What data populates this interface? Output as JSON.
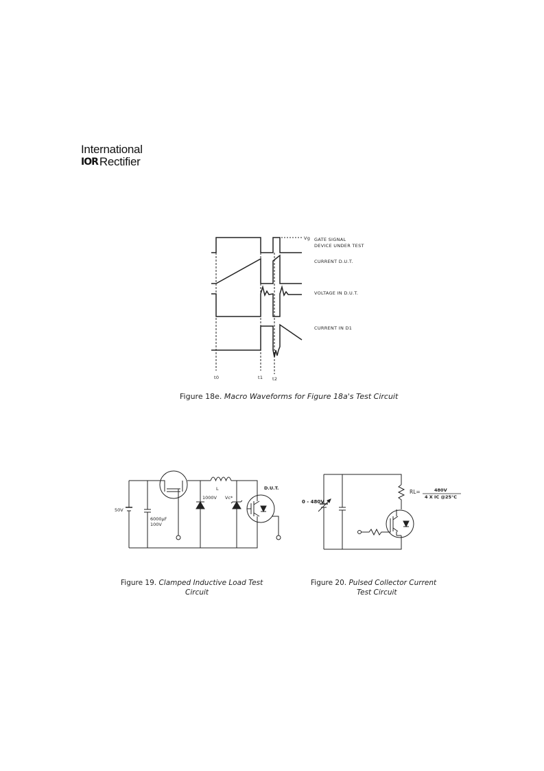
{
  "header": {
    "logo_line1": "International",
    "logo_mark": "IOR",
    "logo_line2": "Rectifier"
  },
  "fig18e": {
    "caption_label": "Figure 18e.",
    "caption_text": "Macro Waveforms for Figure 18a's Test Circuit",
    "vg_label": "Vg",
    "gate_signal": "GATE SIGNAL",
    "device_under_test": "DEVICE UNDER TEST",
    "current_dut": "CURRENT D.U.T.",
    "voltage_dut": "VOLTAGE IN D.U.T.",
    "current_d1": "CURRENT IN D1",
    "t0": "t0",
    "t1": "t1",
    "t2": "t2"
  },
  "fig19": {
    "caption_label": "Figure 19.",
    "caption_line1": "Clamped Inductive Load Test",
    "caption_line2": "Circuit",
    "v50": "50V",
    "cap_value": "6000µF",
    "cap_voltage": "100V",
    "inductor": "L",
    "diode_v": "1000V",
    "vc": "Vc*",
    "dut": "D.U.T."
  },
  "fig20": {
    "caption_label": "Figure 20.",
    "caption_line1": "Pulsed Collector Current",
    "caption_line2": "Test Circuit",
    "supply": "0 - 480V",
    "rl": "RL=",
    "rl_num": "480V",
    "rl_den": "4 X IC @25°C"
  }
}
